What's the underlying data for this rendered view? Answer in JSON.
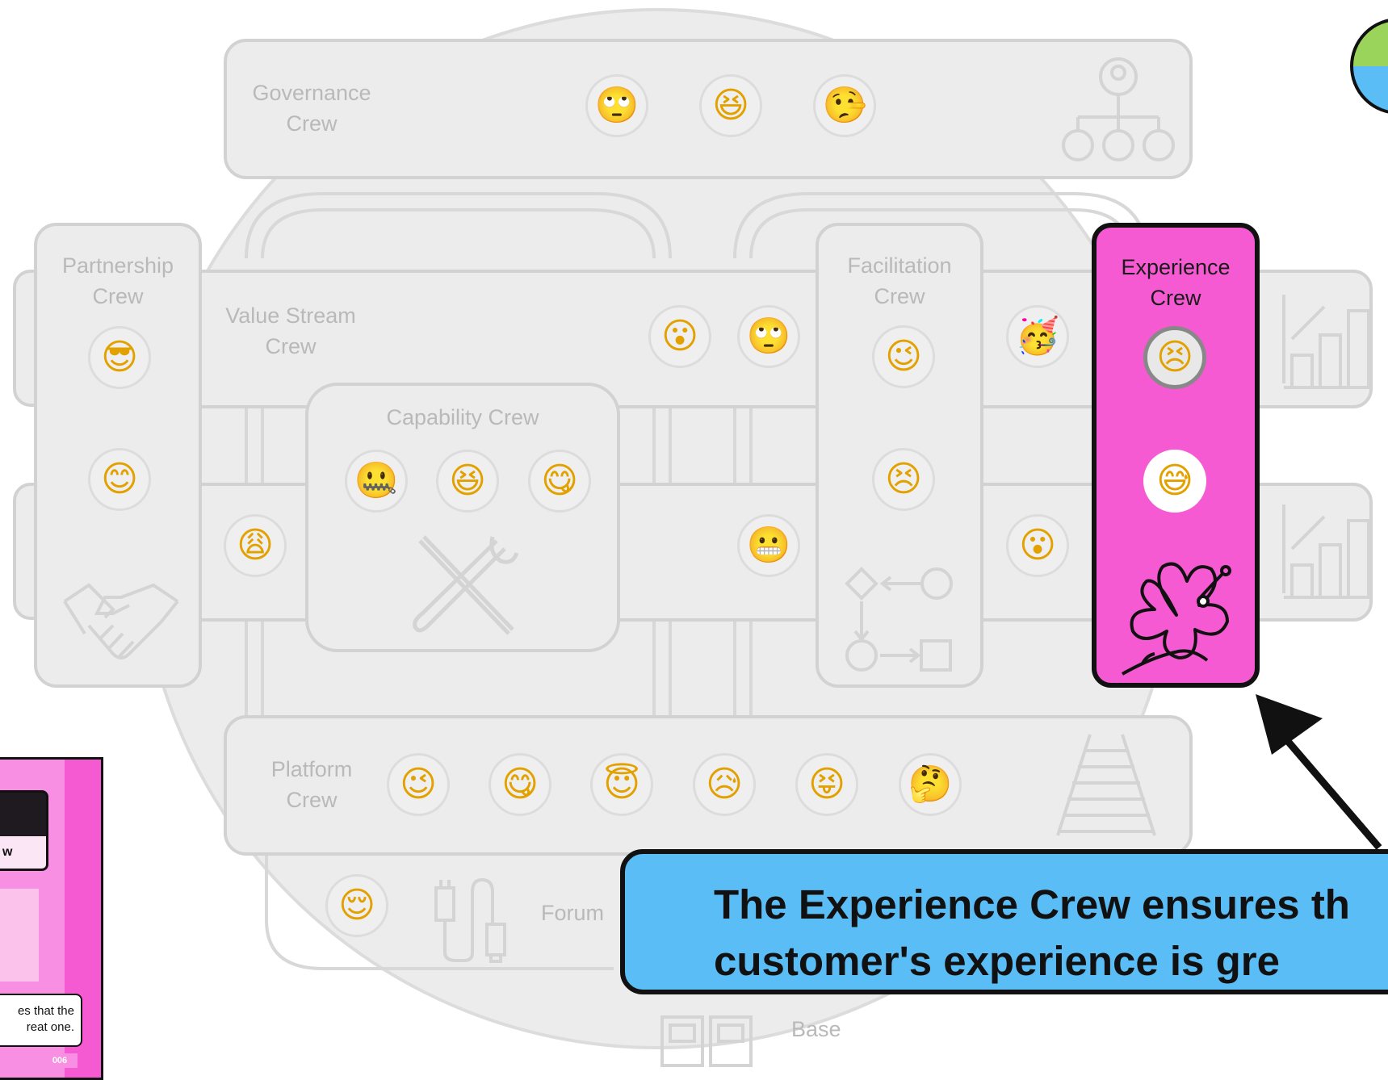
{
  "crews": {
    "governance": "Governance\nCrew",
    "partnership": "Partnership\nCrew",
    "value_stream": "Value Stream\nCrew",
    "capability": "Capability Crew",
    "facilitation": "Facilitation\nCrew",
    "experience": "Experience\nCrew",
    "platform": "Platform\nCrew",
    "forum": "Forum",
    "base": "Base"
  },
  "emojis": {
    "governance": [
      "🙄",
      "😆",
      "🤥"
    ],
    "partnership": [
      "😎",
      "😊"
    ],
    "partnership_low": "😩",
    "value_stream": [
      "😮",
      "🙄"
    ],
    "capability": [
      "🤐",
      "😆",
      "😋"
    ],
    "middle_right": "😬",
    "facilitation": [
      "😉",
      "😣"
    ],
    "party": "🥳",
    "right_middle": "😮",
    "experience": [
      "😣",
      "😅"
    ],
    "platform": [
      "😉",
      "😋",
      "😇",
      "😥",
      "😝",
      "🤔"
    ],
    "forum": "😌"
  },
  "callout": {
    "text": "The Experience Crew ensures th\ncustomer's experience is gre"
  },
  "card": {
    "label": "w",
    "text": "es that the\nreat one.",
    "number": "006"
  },
  "colors": {
    "experience_fill": "#f65ad2",
    "callout_fill": "#5bbdf5",
    "background_circle": "#ececec",
    "muted_border": "#d2d2d2",
    "muted_text": "#b9b9b9"
  }
}
